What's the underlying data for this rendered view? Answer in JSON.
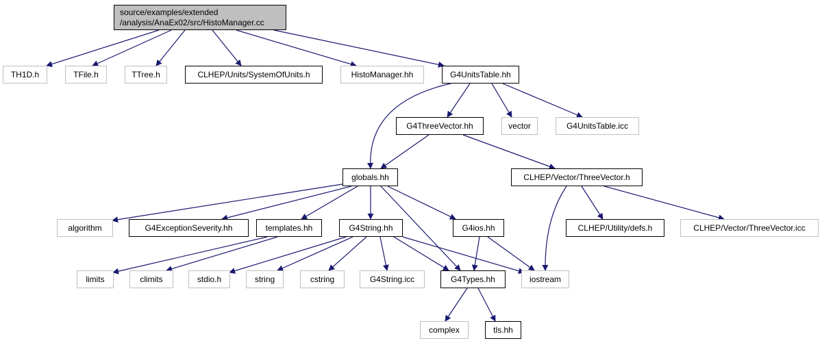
{
  "colors": {
    "edge": "#191970",
    "external_border": "#bfbfbf",
    "internal_border": "#000000",
    "root_fill": "#bfbfbf"
  },
  "root": {
    "line1": "source/examples/extended",
    "line2": "/analysis/AnaEx02/src/HistoManager.cc"
  },
  "nodes": {
    "th1d": "TH1D.h",
    "tfile": "TFile.h",
    "ttree": "TTree.h",
    "clhep_units": "CLHEP/Units/SystemOfUnits.h",
    "histomanager_hh": "HistoManager.hh",
    "g4unitstable_hh": "G4UnitsTable.hh",
    "g4threevector": "G4ThreeVector.hh",
    "vector": "vector",
    "g4unitstable_icc": "G4UnitsTable.icc",
    "globals": "globals.hh",
    "clhep_threevector_h": "CLHEP/Vector/ThreeVector.h",
    "algorithm": "algorithm",
    "g4exception": "G4ExceptionSeverity.hh",
    "templates": "templates.hh",
    "g4string": "G4String.hh",
    "g4ios": "G4ios.hh",
    "clhep_defs": "CLHEP/Utility/defs.h",
    "clhep_threevector_icc": "CLHEP/Vector/ThreeVector.icc",
    "limits": "limits",
    "climits": "climits",
    "stdio": "stdio.h",
    "string": "string",
    "cstring": "cstring",
    "g4string_icc": "G4String.icc",
    "g4types": "G4Types.hh",
    "iostream": "iostream",
    "complex": "complex",
    "tls": "tls.hh"
  }
}
